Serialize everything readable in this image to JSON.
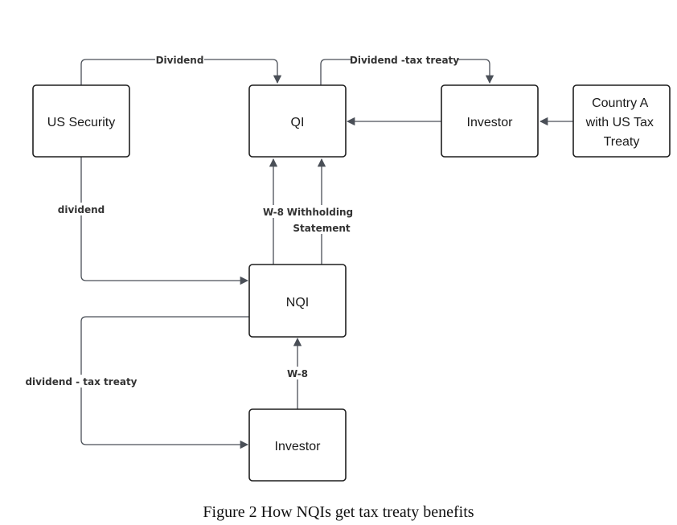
{
  "nodes": {
    "us_security": "US Security",
    "qi": "QI",
    "investor_top": "Investor",
    "country_a": [
      "Country A",
      "with US Tax",
      "Treaty"
    ],
    "nqi": "NQI",
    "investor_bottom": "Investor"
  },
  "edges": {
    "dividend_top": "Dividend",
    "dividend_tax_treaty_top": "Dividend -tax treaty",
    "dividend_left": "dividend",
    "w8_nqi_qi": "W-8",
    "withholding_statement": [
      "Withholding",
      "Statement"
    ],
    "w8_investor_nqi": "W-8",
    "dividend_tax_treaty_left": "dividend - tax treaty"
  },
  "caption": "Figure 2 How NQIs get tax treaty benefits",
  "colors": {
    "node_border": "#1f1f1f",
    "edge": "#4a4f57",
    "text": "#1a1a1a"
  }
}
